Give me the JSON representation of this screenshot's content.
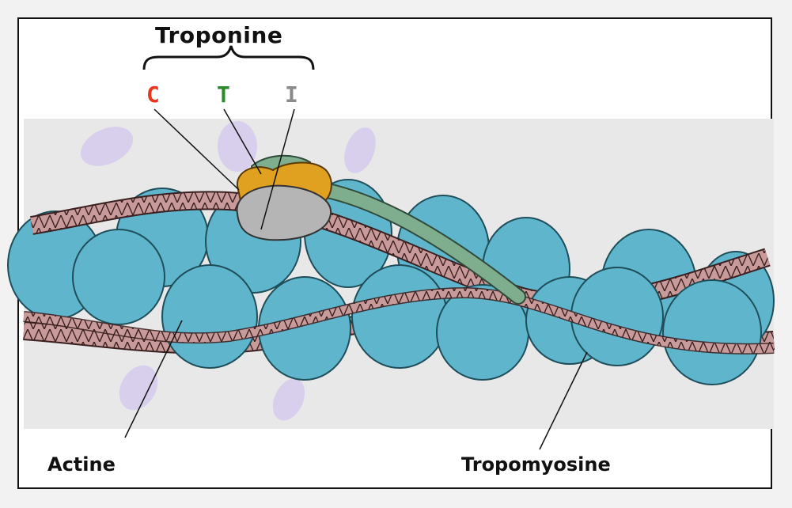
{
  "labels": {
    "troponine": "Troponine",
    "subunit_c": "C",
    "subunit_t": "T",
    "subunit_i": "I",
    "actine": "Actine",
    "tropomyosine": "Tropomyosine"
  },
  "colors": {
    "subunit_c": "#e8371e",
    "subunit_t": "#2a8a2a",
    "subunit_i": "#8a8a8a",
    "actin": "#5fb6cc",
    "tropomyosin": "#b78a8a",
    "troponin_c": "#e0a020",
    "troponin_t": "#7fae8f",
    "troponin_i": "#b5b5b5",
    "band": "#e6e6e6"
  }
}
